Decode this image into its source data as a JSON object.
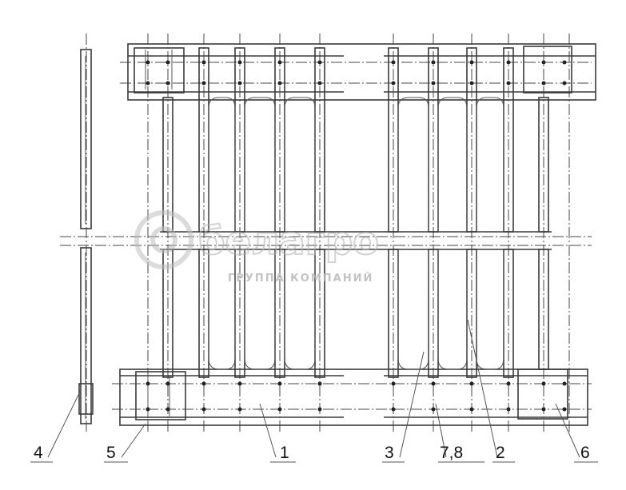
{
  "callouts": {
    "c1": "1",
    "c2": "2",
    "c3": "3",
    "c4": "4",
    "c5": "5",
    "c6": "6",
    "c78": "7,8"
  },
  "watermark": {
    "brand": "белагро",
    "subtitle": "ГРУППА КОМПАНИЙ"
  }
}
